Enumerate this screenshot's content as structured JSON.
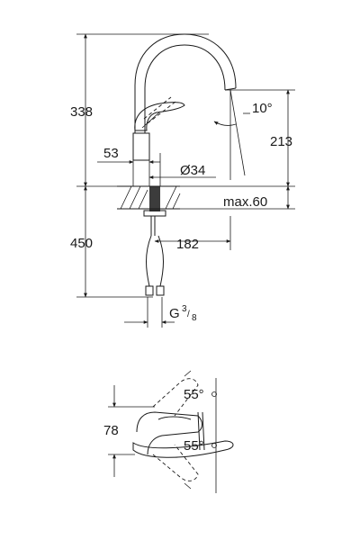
{
  "dimensions": {
    "overall_height": "338",
    "spout_height": "213",
    "spout_angle": "10°",
    "base_offset": "53",
    "base_diameter": "Ø34",
    "max_thickness": "max.60",
    "hose_length": "450",
    "spout_reach": "182",
    "thread_letter": "G",
    "thread_num": "3",
    "thread_den": "8",
    "top_view_height": "78",
    "lever_angle_top": "55°",
    "lever_angle_bottom": "55°"
  }
}
